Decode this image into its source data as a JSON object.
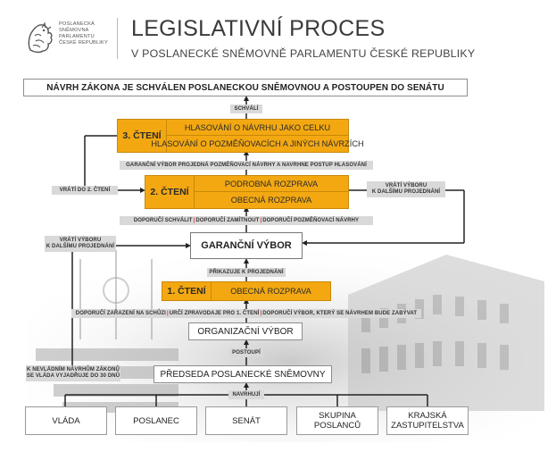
{
  "header": {
    "logo_lines": [
      "POSLANECKÁ",
      "SNĚMOVNA",
      "PARLAMENTU",
      "ČESKÉ REPUBLIKY"
    ],
    "title": "LEGISLATIVNÍ PROCES",
    "subtitle": "V POSLANECKÉ SNĚMOVNĚ PARLAMENTU ČESKÉ REPUBLIKY"
  },
  "diagram": {
    "result": "NÁVRH ZÁKONA JE SCHVÁLEN POSLANECKOU SNĚMOVNOU A POSTOUPEN DO SENÁTU",
    "schvali": "SCHVÁLÍ",
    "third_reading": {
      "label": "3. ČTENÍ",
      "row1": "HLASOVÁNÍ O NÁVRHU JAKO CELKU",
      "row2": "HLASOVÁNÍ O POZMĚŇOVACÍCH A JINÝCH NÁVRZÍCH"
    },
    "committee_note": "GARANČNÍ VÝBOR PROJEDNÁ POZMĚŇOVACÍ NÁVRHY A NAVRHNE POSTUP HLASOVÁNÍ",
    "return_to_second": "VRÁTÍ DO 2. ČTENÍ",
    "second_reading": {
      "label": "2. ČTENÍ",
      "row1": "PODROBNÁ ROZPRAVA",
      "row2": "OBECNÁ ROZPRAVA"
    },
    "return_committee_right": [
      "VRÁTÍ VÝBORU",
      "K DALŠÍMU PROJEDNÁNÍ"
    ],
    "recommend": [
      "DOPORUČÍ SCHVÁLIT",
      "DOPORUČÍ ZAMÍTNOUT",
      "DOPORUČÍ POZMĚŇOVACÍ NÁVRHY"
    ],
    "return_committee_left": [
      "VRÁTÍ VÝBORU",
      "K DALŠÍMU PROJEDNÁNÍ"
    ],
    "guarantee_committee": "GARANČNÍ VÝBOR",
    "assign": "PŘIKAZUJE K PROJEDNÁNÍ",
    "first_reading": {
      "label": "1. ČTENÍ",
      "row1": "OBECNÁ ROZPRAVA"
    },
    "org_recommend": [
      "DOPORUČÍ ZAŘAZENÍ NA SCHŮZI",
      "URČÍ ZPRAVODAJE PRO 1. ČTENÍ",
      "DOPORUČÍ VÝBOR, KTERÝ SE NÁVRHEM BUDE ZABÝVAT"
    ],
    "org_committee": "ORGANIZAČNÍ VÝBOR",
    "postoupi": "POSTOUPÍ",
    "government_note": [
      "K NEVLÁDNÍM NÁVRHŮM ZÁKONŮ",
      "SE VLÁDA VYJADŘUJE DO 30 DNŮ"
    ],
    "chairman": "PŘEDSEDA POSLANECKÉ SNĚMOVNY",
    "navrhuji": "NAVRHUJÍ",
    "sources": [
      [
        "VLÁDA"
      ],
      [
        "POSLANEC"
      ],
      [
        "SENÁT"
      ],
      [
        "SKUPINA",
        "POSLANCŮ"
      ],
      [
        "KRAJSKÁ",
        "ZASTUPITELSTVA"
      ]
    ]
  },
  "colors": {
    "orange": "#f3a812",
    "tag_gray": "#d9d9d9",
    "line": "#222222",
    "separator_red": "#e0302a"
  }
}
